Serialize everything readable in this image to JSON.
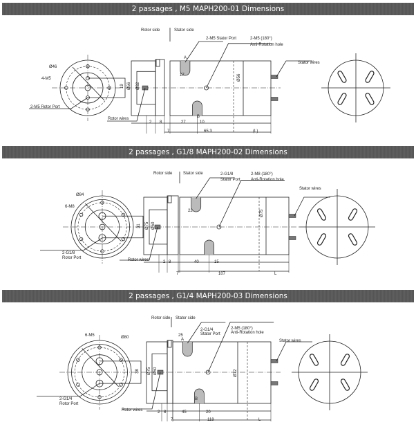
{
  "sections": [
    {
      "title": "2 passages , M5    MAPH200-01 Dimensions",
      "labels": {
        "rotor_side": "Rotor side",
        "stator_side": "Stator side",
        "stator_port": "2-M5 Stator Port",
        "anti_1": "2-M5 (180°)",
        "anti_2": "Anti-Rotation hole",
        "stator_wires": "Stator wires",
        "rotor_wires": "Rotor wires",
        "dia_pcd": "Ø46",
        "bolts": "4-M5",
        "rotor_port_1": "2-M5 Rotor Port",
        "d19": "19",
        "d_flange": "Ø56",
        "d_boss": "Ø32",
        "d_body": "Ø56",
        "d17": "17",
        "a": "A",
        "b": "B",
        "d2": "2",
        "d8": "8",
        "d27": "27",
        "d10": "10",
        "d7": "7",
        "d_len": "65.3",
        "d_l": "(L)"
      }
    },
    {
      "title": "2 passages , G1/8    MAPH200-02 Dimensions",
      "labels": {
        "rotor_side": "Rotor side",
        "stator_side": "Stator side",
        "stator_port": "2-G1/8",
        "stator_port_2": "Stator Port",
        "anti_1": "2-M8 (180°)",
        "anti_2": "Anti-Rotation hole",
        "stator_wires": "Stator wires",
        "rotor_wires": "Rotor wires",
        "dia_pcd": "Ø84",
        "bolts": "6-M8",
        "rotor_port_1": "2-G1/8",
        "rotor_port_2": "Rotor Port",
        "d19": "31",
        "d_flange": "Ø75",
        "d_boss": "Ø50",
        "d_body": "Ø75",
        "d17": "22",
        "d2": "2",
        "d8": "8",
        "d27": "40",
        "d10": "15",
        "d7": "7",
        "d_len": "107",
        "d_l": "L"
      }
    },
    {
      "title": "2 passages , G1/4    MAPH200-03 Dimensions",
      "labels": {
        "rotor_side": "Rotor side",
        "stator_side": "Stator side",
        "stator_port": "2-G1/4",
        "stator_port_2": "Stator Port",
        "anti_1": "2-M5 (180°)",
        "anti_2": "Anti-Rotation hole",
        "stator_wires": "Stator wires",
        "rotor_wires": "Rotor wires",
        "dia_pcd": "Ø80",
        "bolts": "6-M5",
        "rotor_port_1": "2-G1/4",
        "rotor_port_2": "Rotor Port",
        "d19": "38",
        "d_flange": "Ø75",
        "d_boss": "Ø50",
        "d_body": "Ø72",
        "d17": "25",
        "a": "A",
        "b": "B",
        "d2": "2",
        "d8": "8",
        "d27": "45",
        "d10": "20",
        "d7": "7",
        "d_len": "118",
        "d_l": "L"
      }
    }
  ]
}
